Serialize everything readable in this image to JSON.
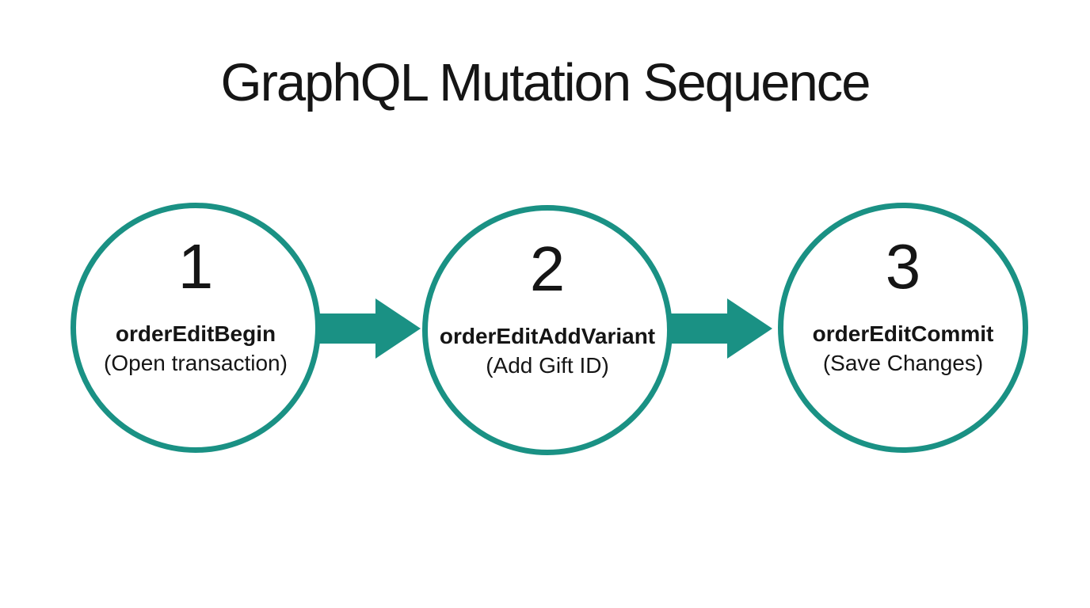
{
  "page": {
    "title": "GraphQL Mutation Sequence"
  },
  "colors": {
    "accent": "#1a9184",
    "text": "#151515",
    "background": "#ffffff"
  },
  "steps": [
    {
      "number": "1",
      "mutation": "orderEditBegin",
      "description": "(Open transaction)"
    },
    {
      "number": "2",
      "mutation": "orderEditAddVariant",
      "description": "(Add Gift ID)"
    },
    {
      "number": "3",
      "mutation": "orderEditCommit",
      "description": "(Save Changes)"
    }
  ]
}
